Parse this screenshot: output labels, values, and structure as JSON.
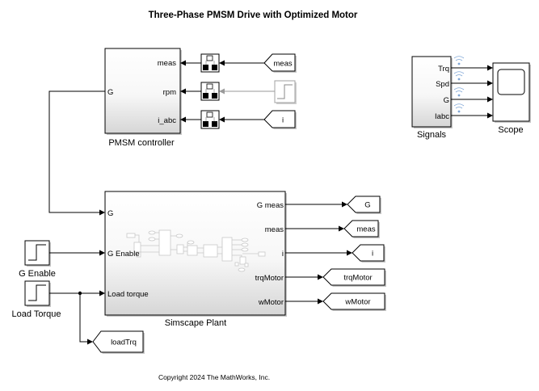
{
  "title": "Three-Phase PMSM Drive with Optimized Motor",
  "copyright": "Copyright 2024 The MathWorks, Inc.",
  "blocks": {
    "pmsm_controller": {
      "name": "PMSM controller",
      "inputs_left": [
        "G"
      ],
      "inputs_right": [
        "meas",
        "rpm",
        "i_abc"
      ]
    },
    "simscape_plant": {
      "name": "Simscape Plant",
      "inputs": [
        "G",
        "G Enable",
        "Load torque"
      ],
      "outputs": [
        "G meas",
        "meas",
        "i",
        "trqMotor",
        "wMotor"
      ]
    },
    "signals": {
      "name": "Signals",
      "outputs": [
        "Trq",
        "Spd",
        "G",
        "Iabc"
      ]
    },
    "scope": {
      "name": "Scope"
    },
    "g_enable_step": {
      "name": "G Enable"
    },
    "load_torque_step": {
      "name": "Load Torque"
    }
  },
  "from_tags": {
    "meas": "meas",
    "i": "i"
  },
  "goto_tags": {
    "G": "G",
    "meas": "meas",
    "i": "i",
    "trqMotor": "trqMotor",
    "wMotor": "wMotor",
    "loadTrq": "loadTrq"
  },
  "icons": {
    "rate_transition": "rate-transition-icon",
    "step": "step-icon",
    "scope_screen": "scope-screen-icon",
    "wireless": "signal-logging-icon"
  }
}
